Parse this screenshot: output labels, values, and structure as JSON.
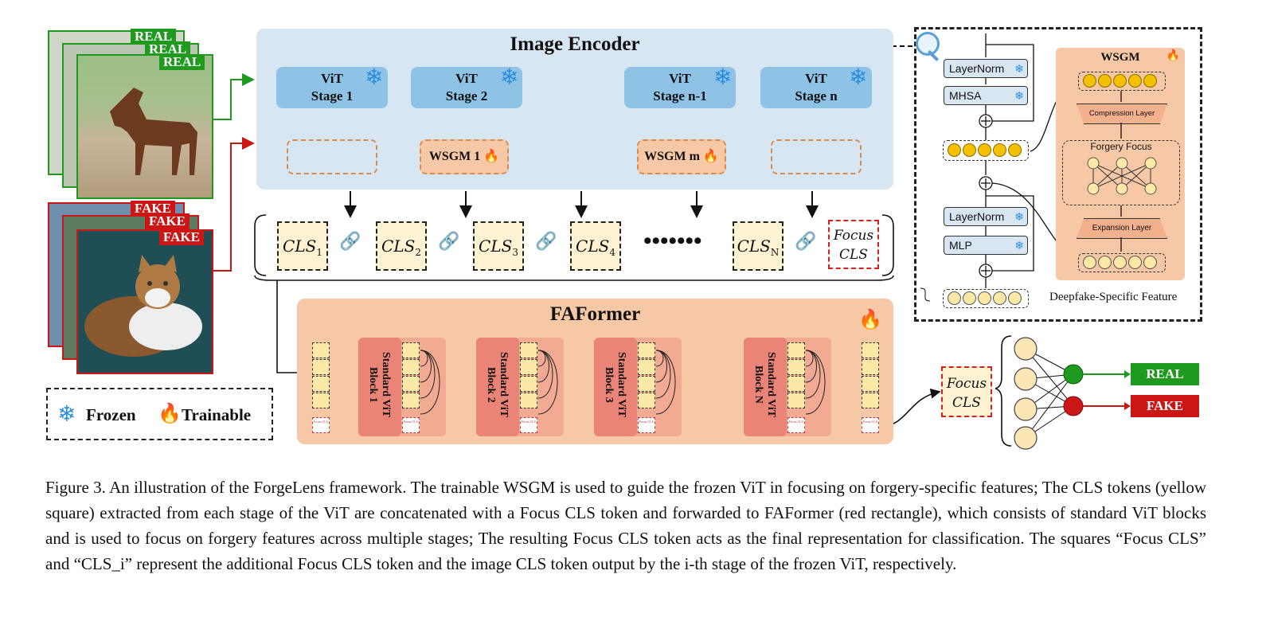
{
  "inputs": {
    "real_label": "REAL",
    "fake_label": "FAKE"
  },
  "encoder": {
    "title": "Image Encoder",
    "stages": [
      {
        "line1": "ViT",
        "line2": "Stage 1"
      },
      {
        "line1": "ViT",
        "line2": "Stage 2"
      },
      {
        "line1": "ViT",
        "line2": "Stage n-1"
      },
      {
        "line1": "ViT",
        "line2": "Stage n"
      }
    ],
    "wsgm": [
      "WSGM 1",
      "WSGM m"
    ]
  },
  "cls_row": {
    "tokens": [
      "CLS",
      "CLS",
      "CLS",
      "CLS",
      "CLS"
    ],
    "subs": [
      "1",
      "2",
      "3",
      "4",
      "N"
    ],
    "focus_line1": "Focus",
    "focus_line2": "CLS"
  },
  "faformer": {
    "title": "FAFormer",
    "blocks": [
      {
        "line1": "Standard ViT",
        "line2": "Block 1"
      },
      {
        "line1": "Standard ViT",
        "line2": "Block 2"
      },
      {
        "line1": "Standard ViT",
        "line2": "Block 3"
      },
      {
        "line1": "Standard ViT",
        "line2": "Block N"
      }
    ],
    "token_label_line1": "Focus",
    "token_label_line2": "CLS"
  },
  "legend": {
    "frozen": "Frozen",
    "trainable": "Trainable"
  },
  "detail": {
    "layernorm": "LayerNorm",
    "mhsa": "MHSA",
    "mlp": "MLP",
    "wsgm_title": "WSGM",
    "compression": "Compression Layer",
    "forgery_focus": "Forgery Focus",
    "expansion": "Expansion Layer",
    "deepfake_feature": "Deepfake-Specific Feature"
  },
  "classifier": {
    "focus_line1": "Focus",
    "focus_line2": "CLS",
    "real": "REAL",
    "fake": "FAKE",
    "real_color": "#1f9a1f",
    "fake_color": "#cc1616"
  },
  "caption": {
    "text": "Figure 3.  An illustration of the ForgeLens framework.  The trainable WSGM is used to guide the frozen ViT in focusing on forgery-specific features; The CLS tokens (yellow square) extracted from each stage of the ViT are concatenated with a Focus CLS token and forwarded to FAFormer (red rectangle), which consists of standard ViT blocks and is used to focus on forgery features across multiple stages; The resulting Focus CLS token acts as the final representation for classification. The squares “Focus CLS” and “CLS_i” represent the additional Focus CLS token and the image CLS token output by the i-th stage of the frozen ViT, respectively."
  }
}
